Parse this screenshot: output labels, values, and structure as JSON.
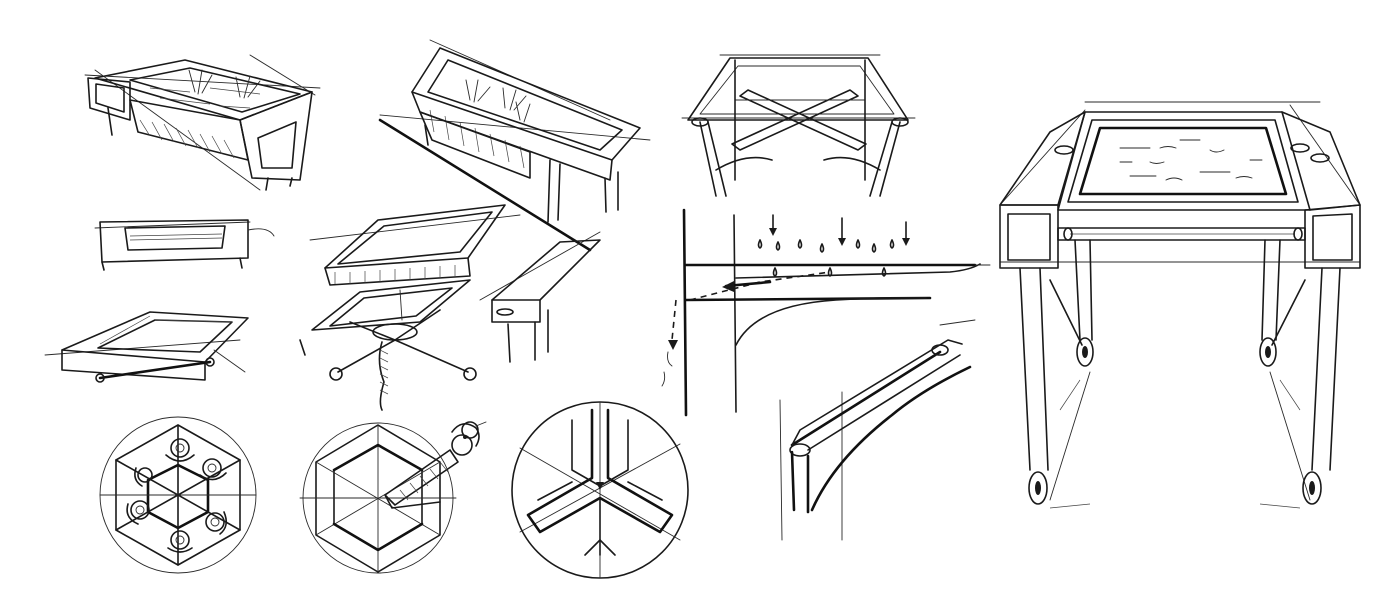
{
  "sheet": {
    "background": "#ffffff",
    "ink_color": "#1a1a1a"
  },
  "sketches": [
    {
      "name": "planter-table-perspective-left",
      "icon": "planter-table-icon"
    },
    {
      "name": "planter-table-perspective-tilted",
      "icon": "planter-table-icon"
    },
    {
      "name": "tray-detail-side",
      "icon": "tray-detail-icon"
    },
    {
      "name": "exploded-tray-assembly",
      "icon": "exploded-assembly-icon"
    },
    {
      "name": "tray-frame-rod",
      "icon": "frame-icon"
    },
    {
      "name": "hexagon-seating-plan",
      "icon": "hexagon-icon"
    },
    {
      "name": "hexagon-frame-tool",
      "icon": "hexagon-icon"
    },
    {
      "name": "hexagon-joint-circle-detail",
      "icon": "joint-detail-icon"
    },
    {
      "name": "cross-leg-frame",
      "icon": "cross-frame-icon"
    },
    {
      "name": "water-drainage-section",
      "icon": "water-drop-icon"
    },
    {
      "name": "leg-joint-detail",
      "icon": "leg-detail-icon"
    },
    {
      "name": "rolling-planter-table-final",
      "icon": "rolling-table-icon"
    }
  ]
}
